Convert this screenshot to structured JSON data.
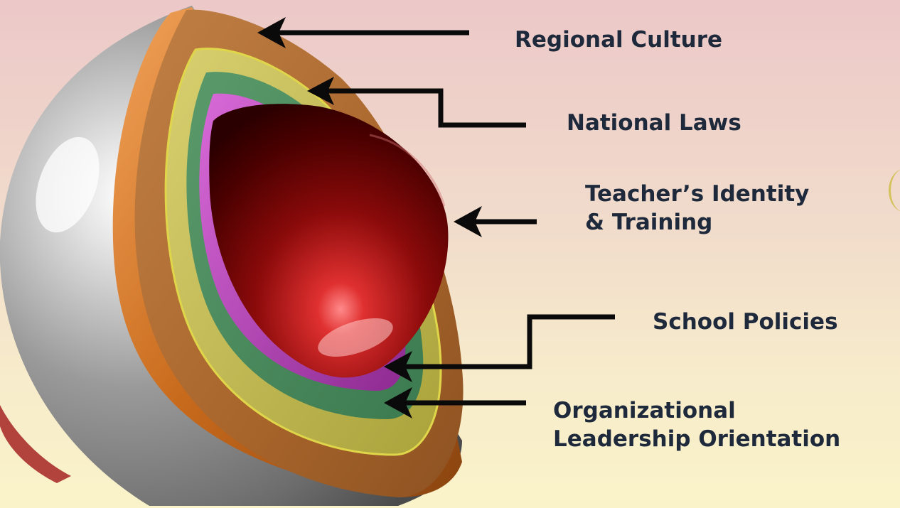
{
  "diagram": {
    "layers": [
      {
        "id": "regional",
        "lines": [
          "Regional Culture"
        ]
      },
      {
        "id": "national",
        "lines": [
          "National Laws"
        ]
      },
      {
        "id": "teacher",
        "lines": [
          "Teacher’s Identity",
          "& Training"
        ]
      },
      {
        "id": "school",
        "lines": [
          "School Policies"
        ]
      },
      {
        "id": "org",
        "lines": [
          "Organizational",
          "Leadership Orientation"
        ]
      }
    ],
    "colors": {
      "shell": "#b9b9b9",
      "regional_ring": "#b26a2a",
      "national_ring": "#c7be55",
      "green_ring": "#4a8a5e",
      "purple_ring": "#a33aa8",
      "core": "#7a0a0a",
      "arrow": "#0a0a0a",
      "arrow_tail": "#b51f1f",
      "text": "#1e2a3c"
    }
  }
}
